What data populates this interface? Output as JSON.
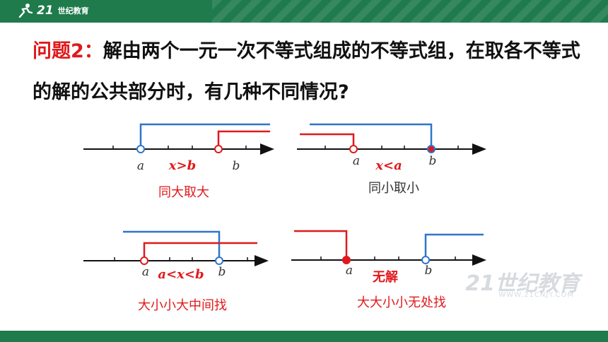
{
  "header": {
    "brand_number": "21",
    "brand_name": "世纪教育",
    "bar_color": "#1f7a4c"
  },
  "question": {
    "label": "问题2：",
    "text": "解由两个一元一次不等式组成的不等式组，在取各不等式的解的公共部分时，有几种不同情况?"
  },
  "watermark": {
    "text": "21世纪教育",
    "sub": "WWW.21CNJY.COM"
  },
  "colors": {
    "blue": "#2e75cc",
    "red": "#e0191c",
    "axis": "#111111"
  },
  "cases": [
    {
      "id": "case1",
      "point_left": "a",
      "point_right": "b",
      "inequality": "x>b",
      "rule": "同大取大"
    },
    {
      "id": "case2",
      "point_left": "a",
      "point_right": "b",
      "inequality": "x<a",
      "rule": "同小取小"
    },
    {
      "id": "case3",
      "point_left": "a",
      "point_right": "b",
      "inequality": "a<x<b",
      "rule": "大小小大中间找"
    },
    {
      "id": "case4",
      "point_left": "a",
      "point_right": "b",
      "inequality": "无解",
      "rule": "大大小小无处找"
    }
  ]
}
